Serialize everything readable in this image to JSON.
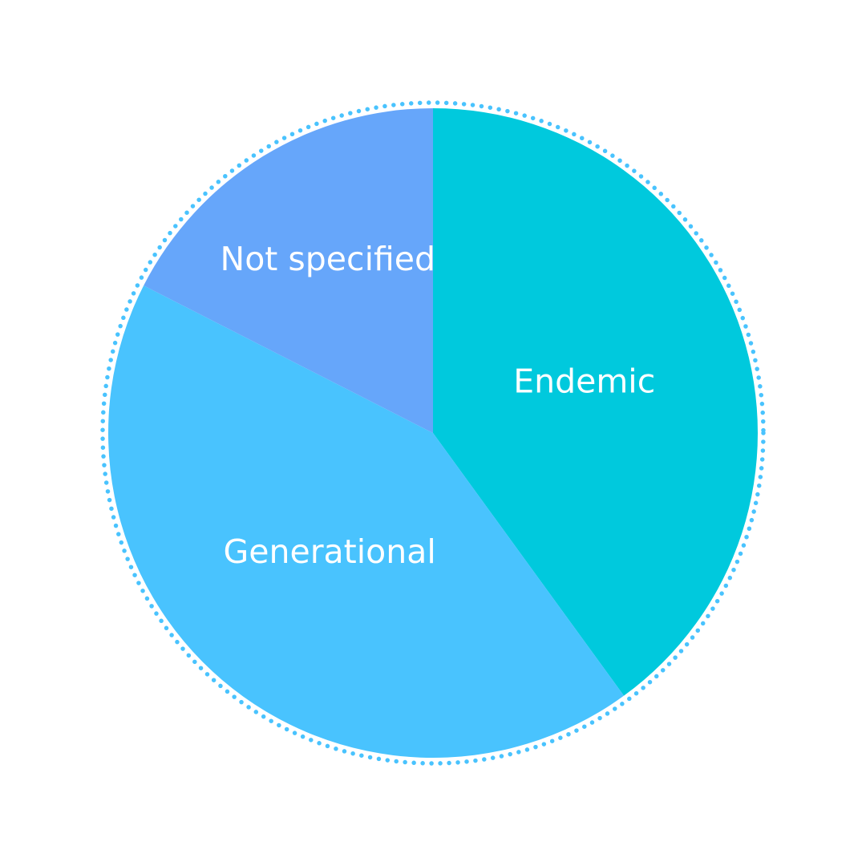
{
  "chart_data": {
    "type": "pie",
    "slices": [
      {
        "label": "Endemic",
        "value": 40,
        "color": "#00C9DD"
      },
      {
        "label": "Generational",
        "value": 42.5,
        "color": "#49C3FE"
      },
      {
        "label": "Not specified",
        "value": 17.5,
        "color": "#66A6FA"
      }
    ],
    "border": {
      "style": "dotted",
      "color": "#49C3FE"
    }
  }
}
